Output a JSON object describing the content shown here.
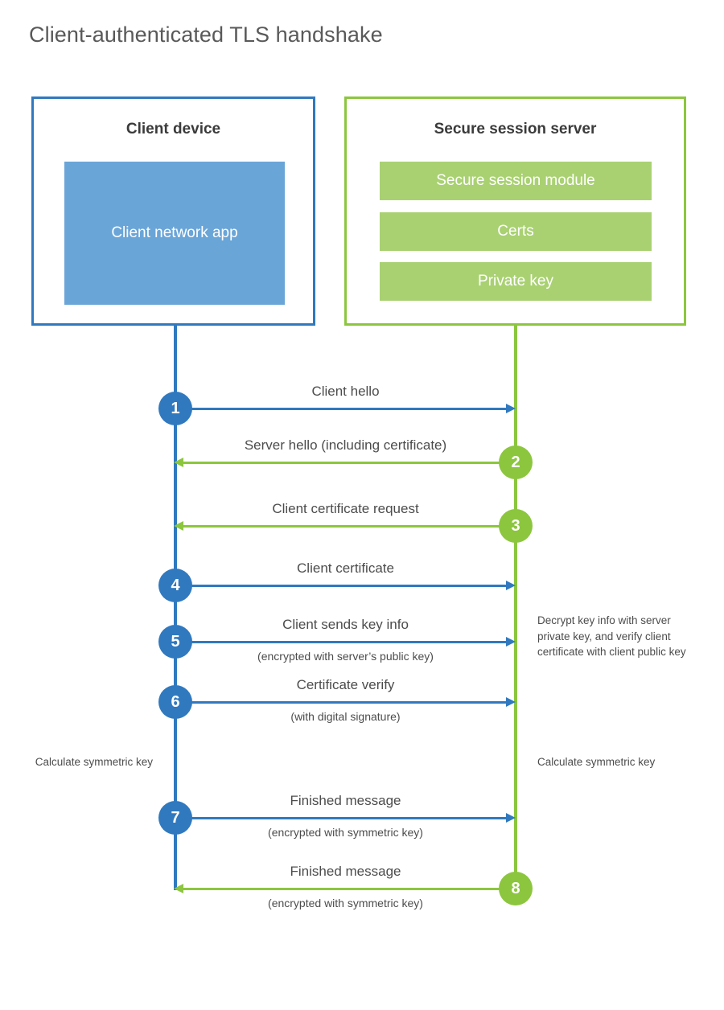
{
  "title": "Client-authenticated TLS handshake",
  "colors": {
    "client_blue": "#3079bf",
    "client_app_fill": "#6aa5d8",
    "server_green": "#8cc63e",
    "server_block_fill": "#a9d172",
    "text_gray": "#4c4c4c",
    "title_gray": "#595959",
    "background": "#ffffff"
  },
  "parties": {
    "client": {
      "title": "Client device",
      "blocks": [
        {
          "label": "Client network app"
        }
      ]
    },
    "server": {
      "title": "Secure session server",
      "blocks": [
        {
          "label": "Secure session module"
        },
        {
          "label": "Certs"
        },
        {
          "label": "Private key"
        }
      ]
    }
  },
  "steps": [
    {
      "number": "1",
      "origin": "client",
      "direction": "right",
      "label": "Client hello",
      "sublabel": ""
    },
    {
      "number": "2",
      "origin": "server",
      "direction": "left",
      "label": "Server hello (including certificate)",
      "sublabel": ""
    },
    {
      "number": "3",
      "origin": "server",
      "direction": "left",
      "label": "Client certificate request",
      "sublabel": ""
    },
    {
      "number": "4",
      "origin": "client",
      "direction": "right",
      "label": "Client certificate",
      "sublabel": ""
    },
    {
      "number": "5",
      "origin": "client",
      "direction": "right",
      "label": "Client sends key info",
      "sublabel": "(encrypted with server’s public key)"
    },
    {
      "number": "6",
      "origin": "client",
      "direction": "right",
      "label": "Certificate verify",
      "sublabel": "(with digital signature)"
    },
    {
      "number": "7",
      "origin": "client",
      "direction": "right",
      "label": "Finished message",
      "sublabel": "(encrypted with symmetric key)"
    },
    {
      "number": "8",
      "origin": "server",
      "direction": "left",
      "label": "Finished message",
      "sublabel": "(encrypted with symmetric key)"
    }
  ],
  "annotations": {
    "server_decrypt": "Decrypt key info with server private key, and verify client certificate with client public key",
    "client_calculate": "Calculate symmetric key",
    "server_calculate": "Calculate symmetric key"
  }
}
